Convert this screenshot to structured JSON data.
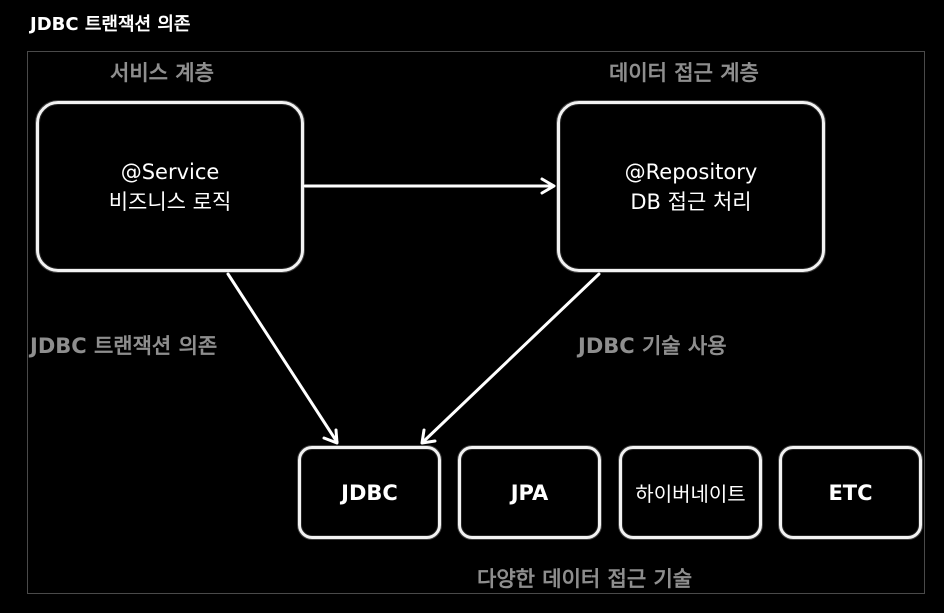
{
  "title": "JDBC 트랜잭션 의존",
  "layers": {
    "service_layer": "서비스 계층",
    "data_access_layer": "데이터 접근 계층"
  },
  "service_box": {
    "line1": "@Service",
    "line2": "비즈니스 로직"
  },
  "repository_box": {
    "line1": "@Repository",
    "line2": "DB 접근 처리"
  },
  "edge_labels": {
    "service_to_jdbc": "JDBC 트랜잭션 의존",
    "repository_to_jdbc": "JDBC 기술 사용"
  },
  "technologies": [
    "JDBC",
    "JPA",
    "하이버네이트",
    "ETC"
  ],
  "technologies_caption": "다양한 데이터 접근 기술",
  "colors": {
    "background": "#000000",
    "box_border": "#f2f2f2",
    "label_gray": "#8e8e8e",
    "frame": "#4a4a4a"
  }
}
